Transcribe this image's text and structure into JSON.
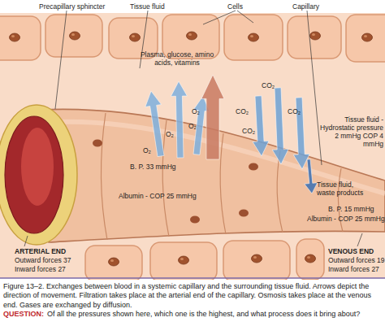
{
  "diagram": {
    "caption": "Figure 13–2. Exchanges between blood in a systemic capillary and the surrounding tissue fluid. Arrows depict the direction of movement. Filtration takes place at the arterial end of the capillary. Osmosis takes place at the venous end. Gases are exchanged by diffusion.",
    "labels": [
      "Precapillary sphincter",
      "Tissue fluid",
      "Cells",
      "Capillary",
      "Plasma, glucose, amino acids, vitamins",
      "O₂",
      "O₂",
      "O₂",
      "O₂",
      "CO₂",
      "CO₂",
      "CO₂",
      "CO₂",
      "B. P. 33 mmHg",
      "Albumin - COP 25 mmHg",
      "Tissue fluid - Hydrostatic pressure 2 mmHg COP 4 mmHg",
      "Tissue fluid, waste products",
      "B. P. 15 mmHg",
      "Albumin - COP 25 mmHg",
      "ARTERIAL END",
      "Outward forces 37",
      "Inward forces 27",
      "VENOUS END",
      "Outward forces 19",
      "Inward forces 27",
      "QUESTION:",
      "Of all the pressures shown here, which one is the highest, and what process does it bring about?"
    ]
  }
}
